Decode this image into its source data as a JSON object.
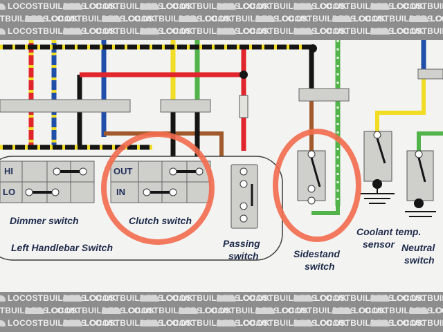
{
  "watermark": {
    "text": "LOCOSTBUILDERS.CO.UK"
  },
  "diagram": {
    "switch_labels": {
      "hi": "HI",
      "lo": "LO",
      "out": "OUT",
      "in": "IN"
    },
    "labels": {
      "dimmer": "Dimmer switch",
      "clutch": "Clutch switch",
      "left_handlebar": "Left Handlebar Switch",
      "passing_1": "Passing",
      "passing_2": "switch",
      "sidestand_1": "Sidestand",
      "sidestand_2": "switch",
      "coolant_1": "Coolant temp.",
      "coolant_2": "sensor",
      "neutral_1": "Neutral",
      "neutral_2": "switch"
    },
    "colors": {
      "red": "#e0262c",
      "blue": "#1f4fa8",
      "yellow": "#f2dd26",
      "green": "#52b34a",
      "black": "#151515",
      "brown": "#a05a2c",
      "annotation": "#f26b4e"
    }
  }
}
